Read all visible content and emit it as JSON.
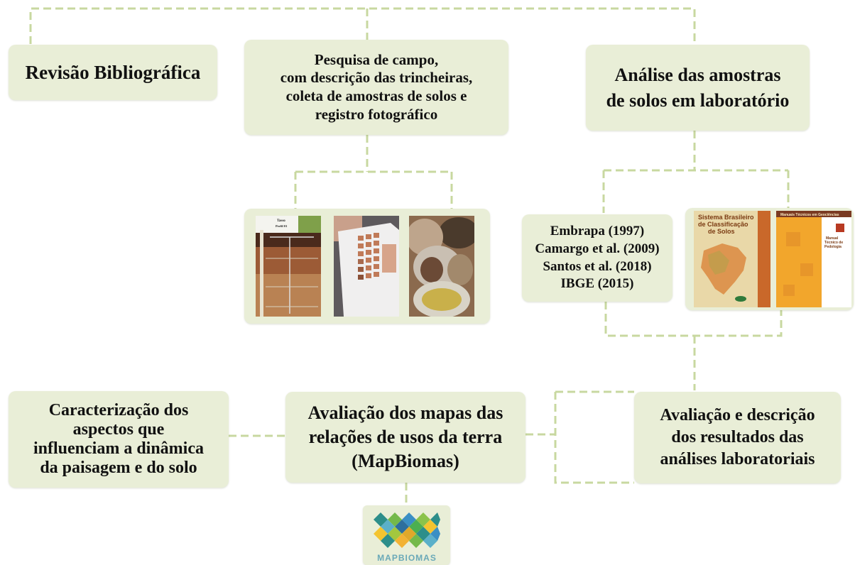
{
  "nodes": {
    "revisao": "Revisão Bibliográfica",
    "pesquisa": "Pesquisa de campo,\ncom descrição das  trincheiras,\ncoleta de amostras  de solos e\nregistro fotográfico",
    "analise": "Análise das amostras\nde solos em laboratório",
    "referencias": "Embrapa (1997)\nCamargo et al. (2009)\nSantos et al. (2018)\nIBGE (2015)",
    "caracterizacao": "Caracterização dos\naspectos  que\ninfluenciam a dinâmica\nda paisagem e do solo",
    "avaliacao_mapas": "Avaliação dos mapas das\nrelações de usos da terra\n(MapBiomas)",
    "avaliacao_resultados": "Avaliação e descrição\ndos resultados  das\nanálises laboratoriais"
  },
  "photos": {
    "profile_label_1": "Tasso",
    "profile_label_2": "Perfil 01"
  },
  "books": {
    "book1_title": "Sistema Brasileiro\nde Classificação\nde Solos",
    "book2_header": "Manuais Técnicos em Geociências",
    "book2_title": "Manual\nTécnico de\nPedologia"
  },
  "logo": {
    "text": "MAPBIOMAS"
  },
  "colors": {
    "box_fill": "#e9eed7",
    "connector": "#c8d8a0",
    "logo_text": "#6aa9b8"
  }
}
